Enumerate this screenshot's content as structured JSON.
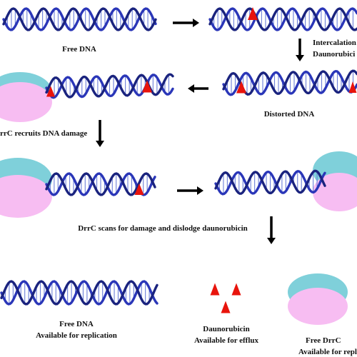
{
  "colors": {
    "dna": "#2a36b8",
    "dna_dark": "#1a237e",
    "rung": "#6c7fd8",
    "drug": "#e8140c",
    "drrc_top": "#7fd0da",
    "drrc_bottom": "#f7bdf2",
    "arrow": "#000000"
  },
  "labels": {
    "free_dna": "Free DNA",
    "intercalation_line1": "Intercalation",
    "intercalation_line2": "Daunorubici",
    "distorted_dna": "Distorted DNA",
    "drrc_recruits": "rrC recruits DNA damage",
    "drrc_scans": "DrrC scans for damage and dislodge daunorubicin",
    "free_dna_available_line1": "Free DNA",
    "free_dna_available_line2": "Available for replication",
    "daunorubicin_line1": "Daunorubicin",
    "daunorubicin_line2": "Available for efflux",
    "free_drrc_line1": "Free DrrC",
    "free_drrc_line2": "Available for replic"
  }
}
